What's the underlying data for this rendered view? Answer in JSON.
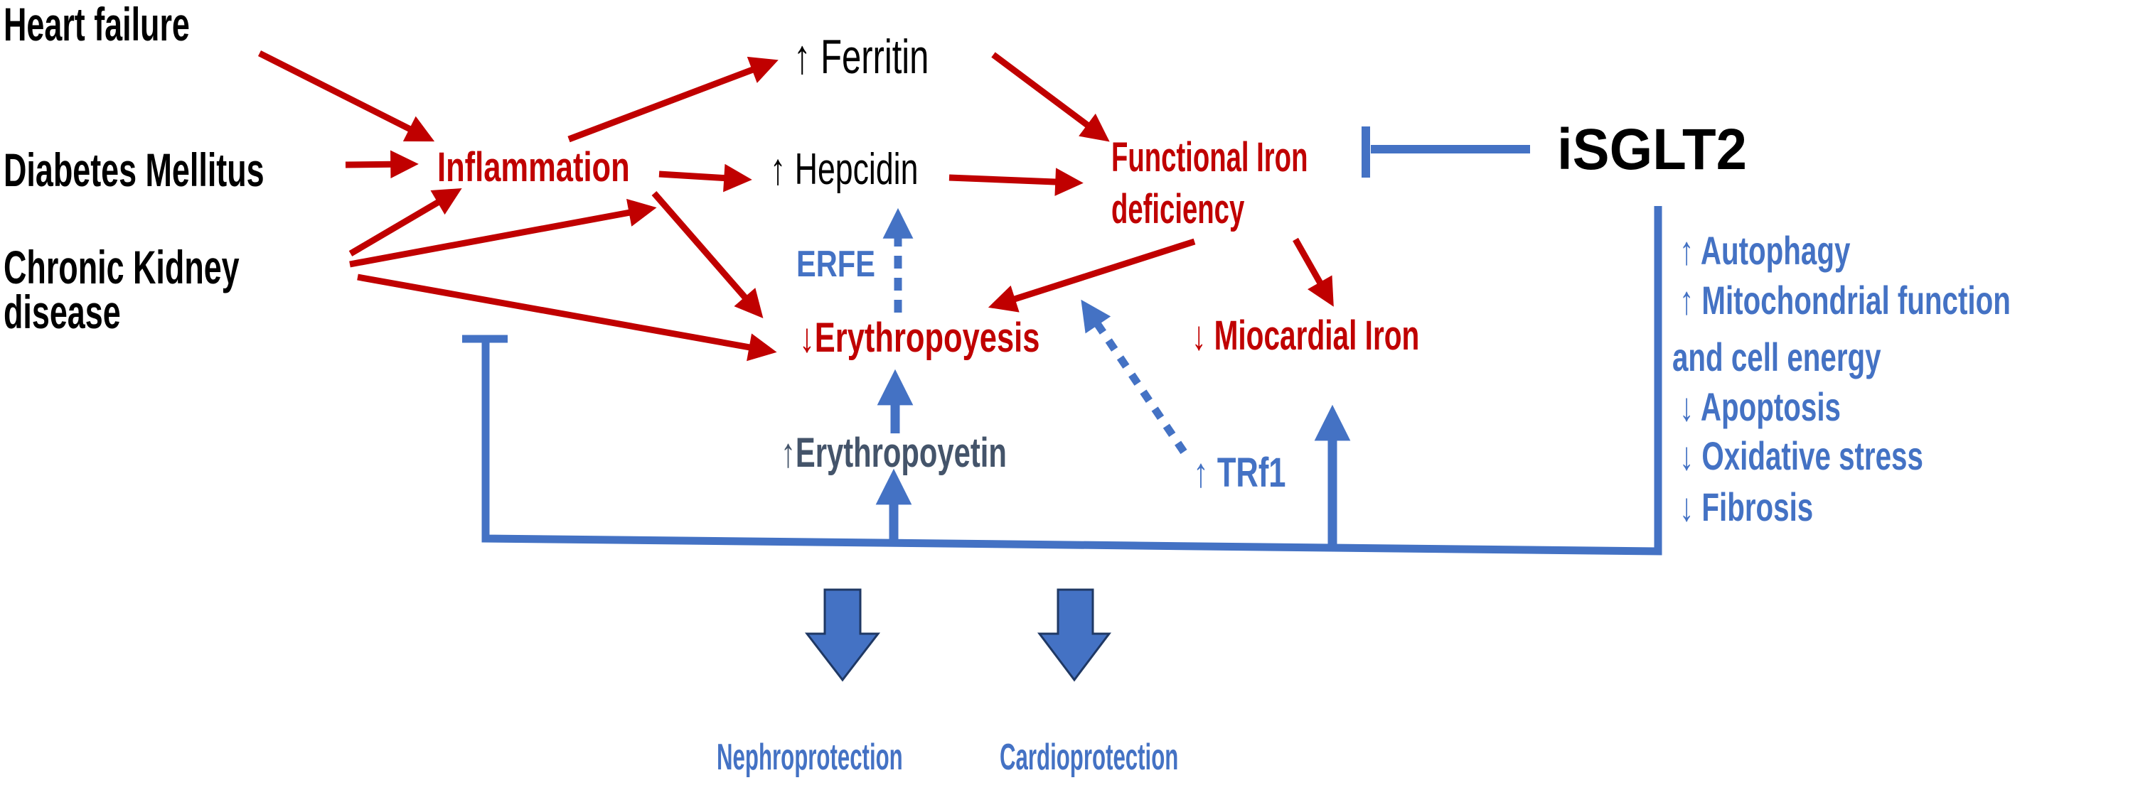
{
  "figure": {
    "colors": {
      "red": "#C00000",
      "blue": "#4472C4",
      "slate": "#44546A",
      "black": "#000000",
      "navy": "#1F3864",
      "bg": "#ffffff"
    },
    "causes": {
      "heart_failure": "Heart failure",
      "diabetes_mellitus": "Diabetes Mellitus",
      "ckd_line1": "Chronic Kidney",
      "ckd_line2": "disease"
    },
    "nodes": {
      "inflammation": "Inflammation",
      "ferritin": "↑ Ferritin",
      "hepcidin": "↑ Hepcidin",
      "erfe": "ERFE",
      "fid_line1": "Functional Iron",
      "fid_line2": "deficiency",
      "isglt2": "iSGLT2",
      "erythropoyesis": "↓Erythropoyesis",
      "miocardial_iron": "↓ Miocardial Iron",
      "erythropoyetin_arrow": "↑",
      "erythropoyetin": "Erythropoyetin",
      "trf1": "↑ TRf1"
    },
    "effects": [
      {
        "label": "↑ Autophagy"
      },
      {
        "label": "↑ Mitochondrial function"
      },
      {
        "label": "and cell energy"
      },
      {
        "label": "↓ Apoptosis"
      },
      {
        "label": "↓ Oxidative stress"
      },
      {
        "label": "↓ Fibrosis"
      }
    ],
    "outcomes": {
      "nephroprotection": "Nephroprotection",
      "cardioprotection": "Cardioprotection"
    }
  }
}
